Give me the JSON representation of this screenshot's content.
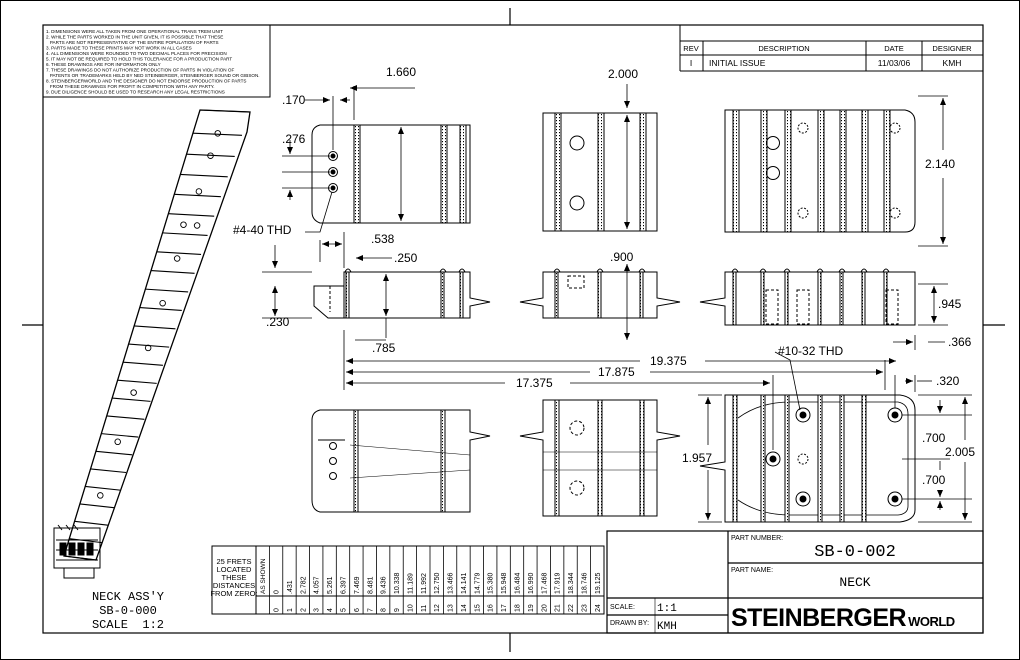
{
  "notes": [
    "1. DIMENSIONS WERE ALL TAKEN FROM ONE OPERATIONAL TRANS TREM UNIT",
    "2. WHILE THE PARTS WORKED IN THE UNIT GIVEN, IT IS POSSIBLE THAT THESE",
    "   PARTS ARE NOT REPRESENTATIVE OF THE ENTIRE POPULATION OF PARTS",
    "3. PARTS MADE TO THESE PRINTS MAY NOT WORK IN ALL CASES",
    "4. ALL DIMENSIONS WERE ROUNDED TO TWO DECIMAL PLACES FOR PRECISION",
    "5. IT MAY NOT BE REQUIRED TO HOLD THIS TOLERANCE FOR A PRODUCTION PART",
    "6. THESE DRAWINGS ARE FOR INFORMATION ONLY",
    "7. THESE DRAWINGS DO NOT AUTHORIZE PRODUCTION OF PARTS IN VIOLATION OF",
    "   PATENTS OR TRADEMARKS HELD BY NED STEINBERGER, STEINBERGER SOUND OR GIBSON.",
    "8. STEINBERGERWORLD AND THE DESIGNER DO NOT ENDORSE PRODUCTION OF PARTS",
    "   FROM THESE DRAWINGS FOR PROFIT IN COMPETITION WITH ANY PARTY.",
    "9. DUE DILIGENCE SHOULD BE USED TO RESEARCH ANY LEGAL RESTRICTIONS"
  ],
  "revision": {
    "headers": [
      "REV",
      "DESCRIPTION",
      "DATE",
      "DESIGNER"
    ],
    "rows": [
      [
        "I",
        "INITIAL ISSUE",
        "11/03/06",
        "KMH"
      ]
    ]
  },
  "dimensions": {
    "d_1660": "1.660",
    "d_170": ".170",
    "d_276": ".276",
    "d_2000": "2.000",
    "d_2140": "2.140",
    "thd_4_40": "#4-40 THD",
    "d_538": ".538",
    "d_250": ".250",
    "d_900": ".900",
    "d_945": ".945",
    "d_230": ".230",
    "d_785": ".785",
    "d_366": ".366",
    "d_19375": "19.375",
    "thd_10_32": "#10-32 THD",
    "d_17875": "17.875",
    "d_320": ".320",
    "d_17375": "17.375",
    "d_700a": ".700",
    "d_2005": "2.005",
    "d_1957": "1.957",
    "d_700b": ".700"
  },
  "neck_label": {
    "line1": "NECK ASS'Y",
    "line2": "SB-0-000",
    "line3": "SCALE  1:2"
  },
  "fret_table": {
    "caption_lines": [
      "25 FRETS",
      "LOCATED",
      "THESE",
      "DISTANCES",
      "FROM ZERO:"
    ],
    "header_top": "AS SHOWN",
    "distances": [
      "0",
      ".431",
      "2.782",
      "4.057",
      "5.261",
      "6.397",
      "7.469",
      "8.481",
      "9.436",
      "10.338",
      "11.189",
      "11.992",
      "12.750",
      "13.466",
      "14.141",
      "14.779",
      "15.380",
      "15.948",
      "16.484",
      "16.990",
      "17.468",
      "17.919",
      "18.344",
      "18.746",
      "19.125"
    ],
    "fret_numbers": [
      "0",
      "1",
      "2",
      "3",
      "4",
      "5",
      "6",
      "7",
      "8",
      "9",
      "10",
      "11",
      "12",
      "13",
      "14",
      "15",
      "16",
      "17",
      "18",
      "19",
      "20",
      "21",
      "22",
      "23",
      "24"
    ]
  },
  "title_block": {
    "part_number_label": "PART NUMBER:",
    "part_number": "SB-0-002",
    "part_name_label": "PART NAME:",
    "part_name": "NECK",
    "scale_label": "SCALE:",
    "scale": "1:1",
    "drawn_by_label": "DRAWN BY:",
    "drawn_by": "KMH",
    "logo_main": "STEINBERGER",
    "logo_suffix": "WORLD"
  }
}
